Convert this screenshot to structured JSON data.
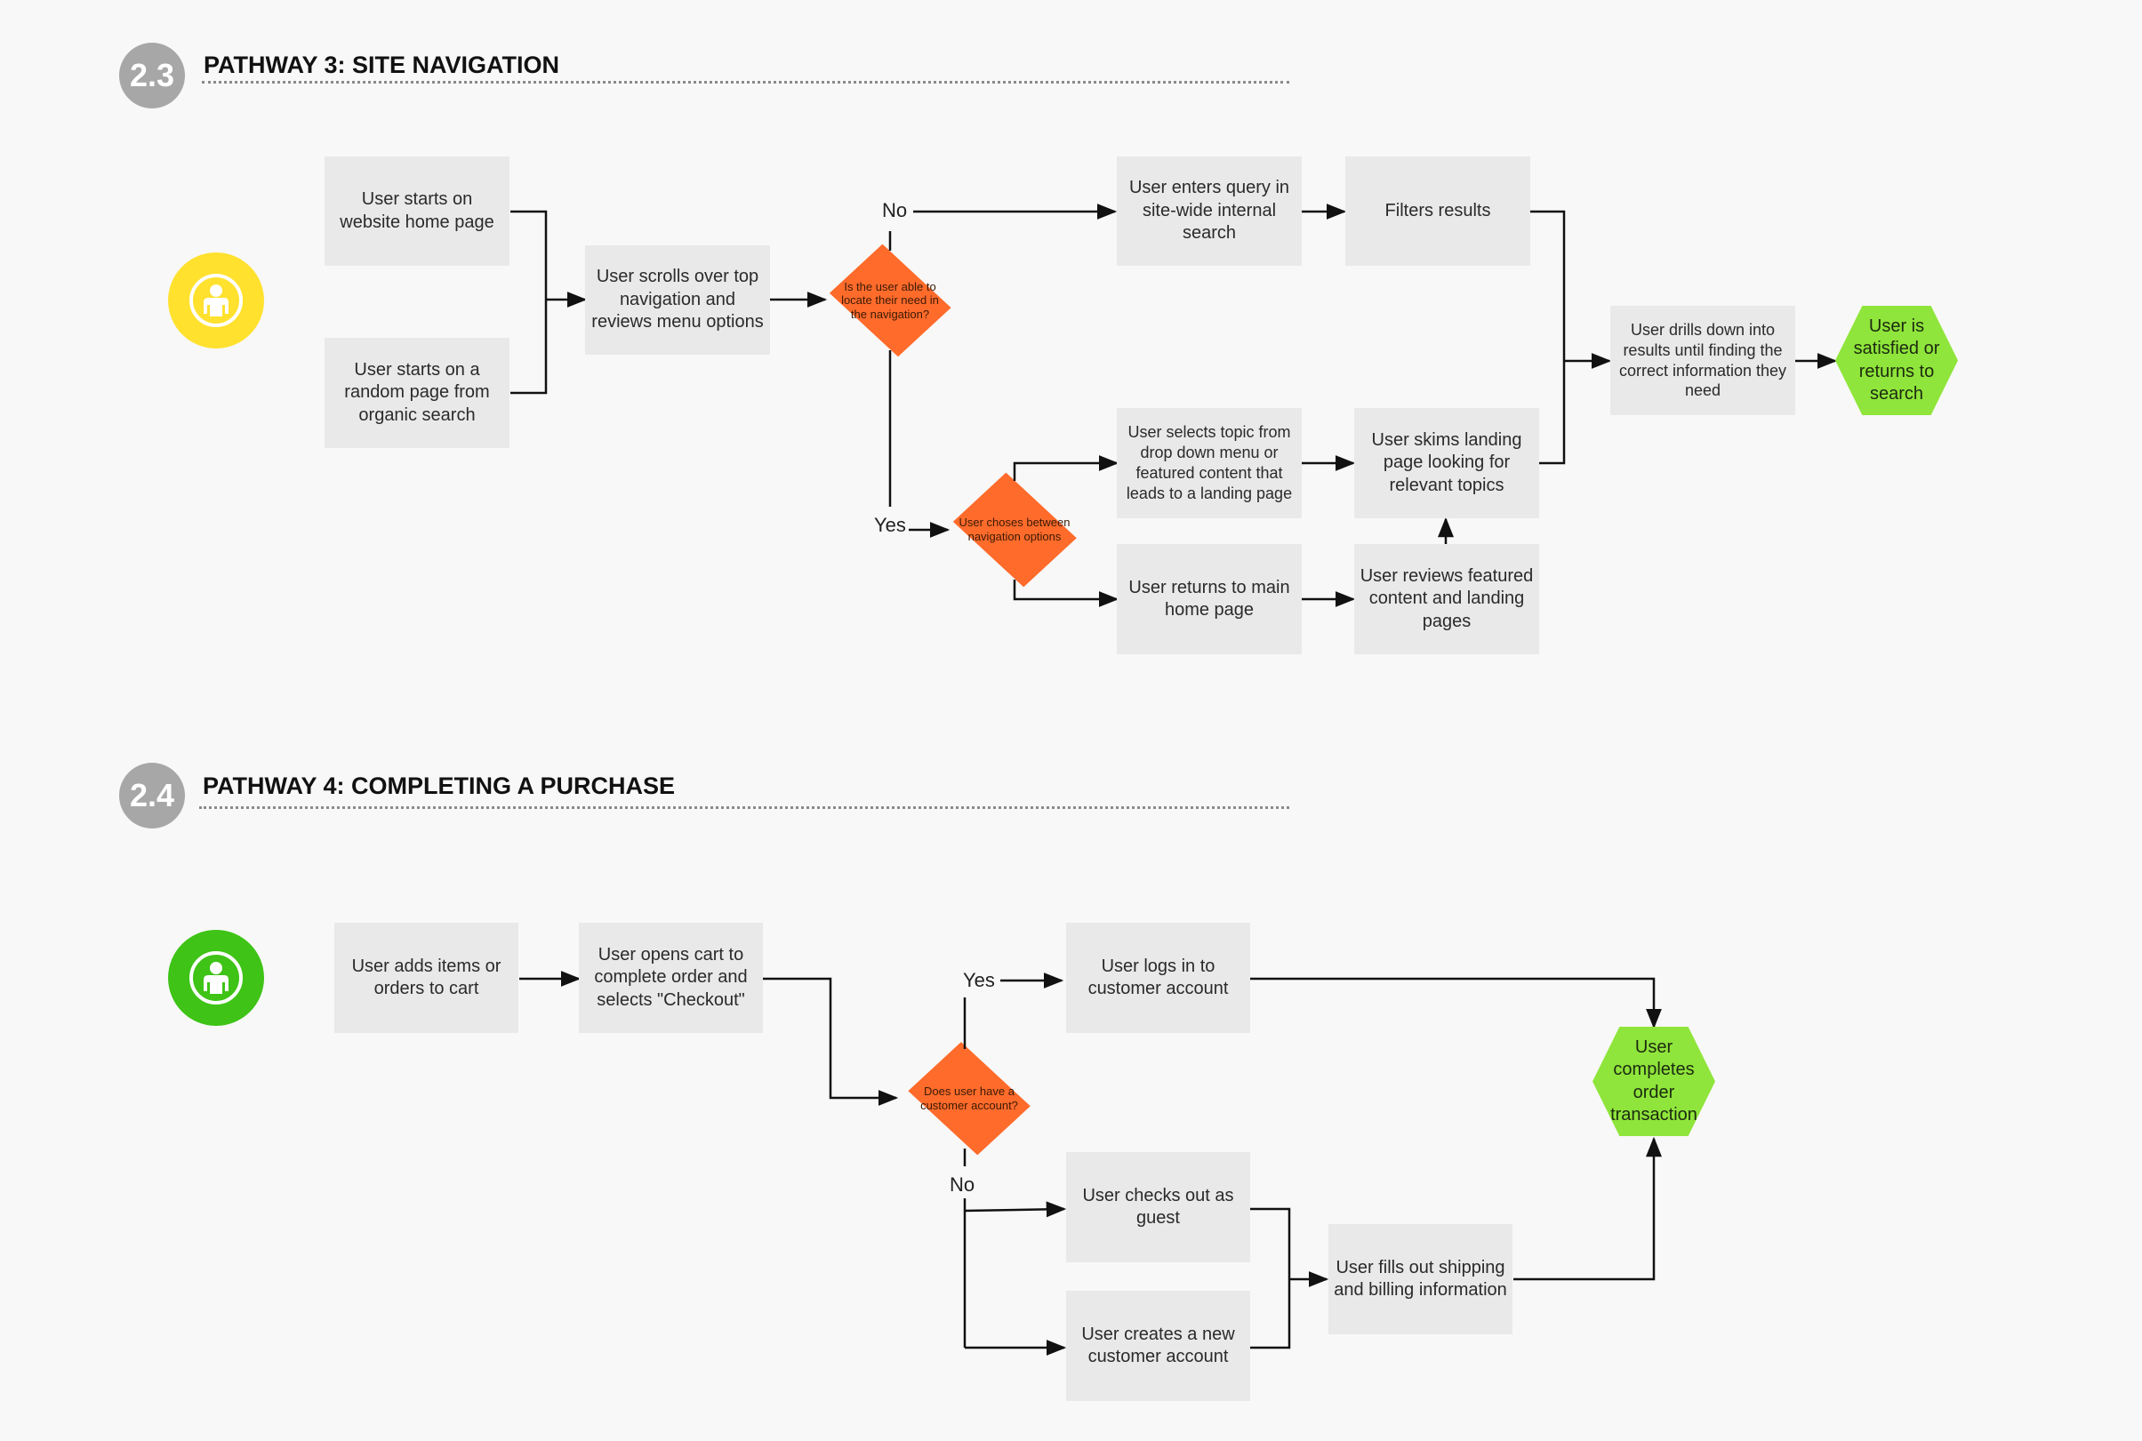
{
  "colors": {
    "background": "#f8f8f8",
    "box": "#e9e9e9",
    "decision": "#ff6b2b",
    "terminal": "#8fe53b",
    "persona_3": "#ffe12e",
    "persona_4": "#3ec316",
    "badge": "#a7a7a7"
  },
  "section3": {
    "badge": "2.3",
    "title": "PATHWAY 3: SITE NAVIGATION",
    "persona_icon": "person-icon",
    "nodes": {
      "start_home": "User starts on website home page",
      "start_random": "User starts on a random page from organic search",
      "scroll_nav": "User scrolls over top navigation and reviews menu options",
      "decision_locate": "Is the user able to locate their need in the navigation?",
      "enter_query": "User enters query in site-wide internal search",
      "filters": "Filters results",
      "drill_down": "User drills down into results until finding the correct information they need",
      "satisfied": "User is satisfied or returns to search",
      "decision_choose": "User choses between navigation options",
      "select_topic": "User selects topic from drop down menu or featured content that leads to a landing page",
      "returns_home": "User returns to main home page",
      "skims_landing": "User skims landing page looking for relevant topics",
      "reviews_featured": "User reviews featured content and landing pages"
    },
    "labels": {
      "no": "No",
      "yes": "Yes"
    }
  },
  "section4": {
    "badge": "2.4",
    "title": "PATHWAY 4: COMPLETING A PURCHASE",
    "persona_icon": "person-icon",
    "nodes": {
      "add_items": "User adds items or orders to cart",
      "open_cart": "User opens cart to complete order and selects \"Checkout\"",
      "decision_account": "Does user have a customer account?",
      "logs_in": "User logs in to customer account",
      "checkout_guest": "User checks out as guest",
      "create_account": "User creates a new customer account",
      "fill_shipping": "User fills out shipping and billing information",
      "completes": "User completes order transaction"
    },
    "labels": {
      "yes": "Yes",
      "no": "No"
    }
  }
}
